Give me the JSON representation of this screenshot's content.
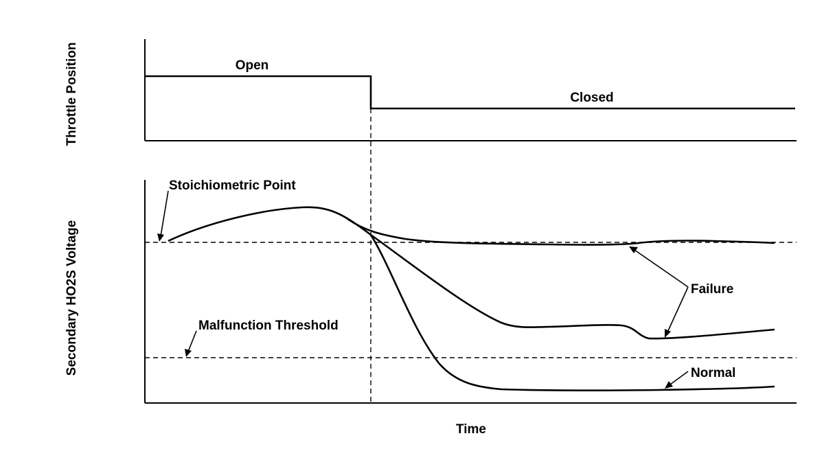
{
  "labels": {
    "y_top": "Throttle Position",
    "y_bottom": "Secondary HO2S Voltage",
    "x": "Time",
    "open": "Open",
    "closed": "Closed",
    "stoichiometric": "Stoichiometric Point",
    "malfunction": "Malfunction Threshold",
    "failure": "Failure",
    "normal": "Normal"
  },
  "colors": {
    "ink": "#000000",
    "background": "#ffffff"
  }
}
